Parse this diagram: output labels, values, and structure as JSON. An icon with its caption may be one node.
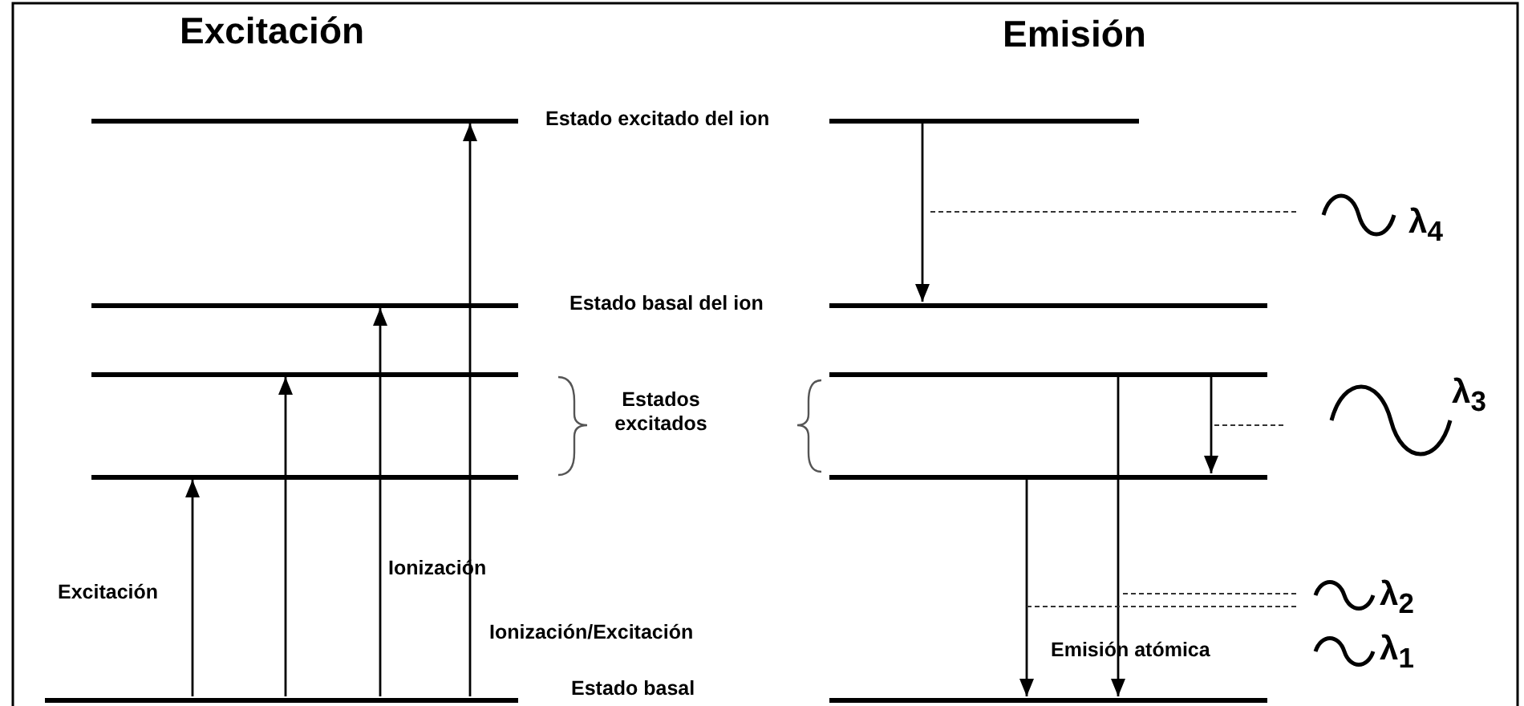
{
  "diagram": {
    "nodes": [
      {
        "text": [],
        "shape": "bar"
      },
      {
        "text": [],
        "shape": "bar"
      },
      {
        "text": [],
        "shape": "bar"
      },
      {
        "text": [],
        "shape": "bar"
      },
      {
        "text": [],
        "shape": "bar"
      },
      {
        "text": [],
        "shape": "bar"
      },
      {
        "text": [],
        "shape": "bar"
      },
      {
        "text": [],
        "shape": "bar"
      },
      {
        "text": [],
        "shape": "bar"
      },
      {
        "text": [],
        "shape": "bar"
      }
    ],
    "edges": [
      {
        "from": 8,
        "to": 6,
        "arrow": "to"
      },
      {
        "from": 8,
        "to": 4,
        "arrow": "to"
      },
      {
        "from": 8,
        "to": 2,
        "arrow": "to"
      },
      {
        "from": 8,
        "to": 0,
        "arrow": "to"
      },
      {
        "from": 1,
        "to": 3,
        "arrow": "to"
      },
      {
        "from": 5,
        "to": 7,
        "arrow": "to"
      },
      {
        "from": 7,
        "to": 9,
        "arrow": "to"
      },
      {
        "from": 5,
        "to": 9,
        "arrow": "to"
      }
    ],
    "labels": [
      "Excitación",
      "Emisión",
      "Estado excitado del ion",
      "λ$_{4}$",
      "Estado basal del ion",
      "Estados excitados",
      "λ$_{3}$",
      "Ionización",
      "λ$_{2}$",
      "Excitación",
      "Ionización/Excitación",
      "λ$_{1}$",
      "Emisión atómica",
      "Estado basal"
    ]
  }
}
